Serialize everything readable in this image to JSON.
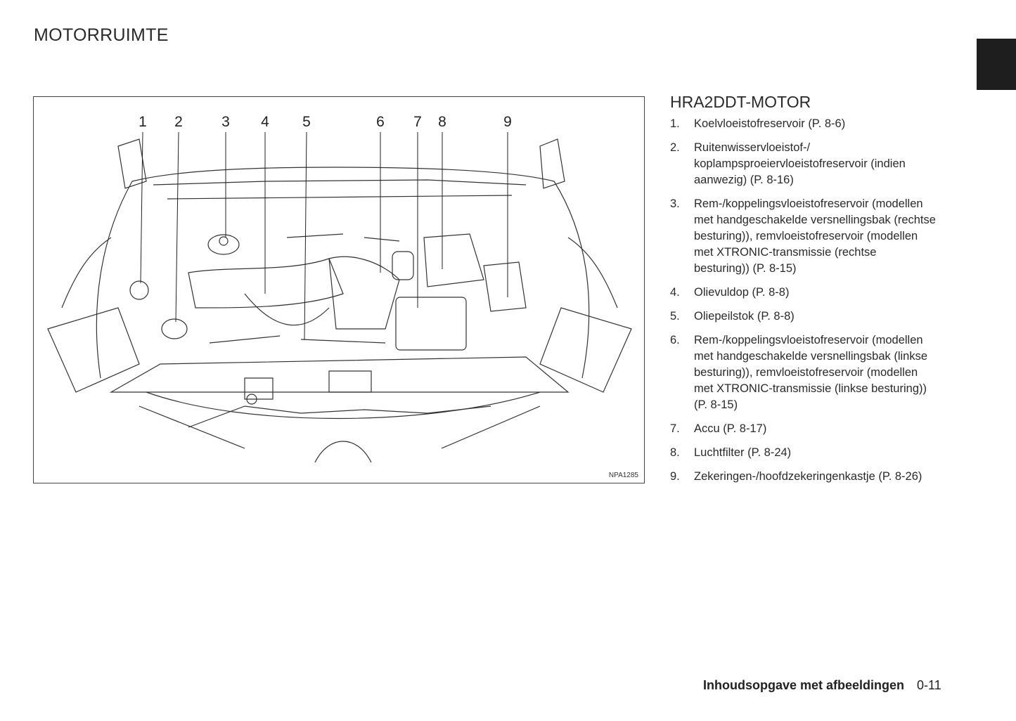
{
  "page_title": "MOTORRUIMTE",
  "figure": {
    "code": "NPA1285",
    "callouts": [
      "1",
      "2",
      "3",
      "4",
      "5",
      "6",
      "7",
      "8",
      "9"
    ]
  },
  "section": {
    "heading": "HRA2DDT-MOTOR",
    "items": [
      {
        "num": "1.",
        "lines": [
          "Koelvloeistofreservoir (P. 8-6)"
        ]
      },
      {
        "num": "2.",
        "lines": [
          "Ruitenwisservloeistof-/",
          "koplampsproeiervloeistofreservoir (indien",
          "aanwezig) (P. 8-16)"
        ]
      },
      {
        "num": "3.",
        "lines": [
          "Rem-/koppelingsvloeistofreservoir (modellen",
          "met handgeschakelde versnellingsbak (rechtse",
          "besturing)), remvloeistofreservoir (modellen",
          "met XTRONIC-transmissie (rechtse",
          "besturing)) (P. 8-15)"
        ]
      },
      {
        "num": "4.",
        "lines": [
          "Olievuldop (P. 8-8)"
        ]
      },
      {
        "num": "5.",
        "lines": [
          "Oliepeilstok (P. 8-8)"
        ]
      },
      {
        "num": "6.",
        "lines": [
          "Rem-/koppelingsvloeistofreservoir (modellen",
          "met handgeschakelde versnellingsbak (linkse",
          "besturing)), remvloeistofreservoir (modellen",
          "met XTRONIC-transmissie (linkse besturing))",
          "(P. 8-15)"
        ]
      },
      {
        "num": "7.",
        "lines": [
          "Accu (P. 8-17)"
        ]
      },
      {
        "num": "8.",
        "lines": [
          "Luchtfilter (P. 8-24)"
        ]
      },
      {
        "num": "9.",
        "lines": [
          "Zekeringen-/hoofdzekeringenkastje (P. 8-26)"
        ]
      }
    ]
  },
  "footer": {
    "section_title": "Inhoudsopgave met afbeeldingen",
    "page_number": "0-11"
  }
}
